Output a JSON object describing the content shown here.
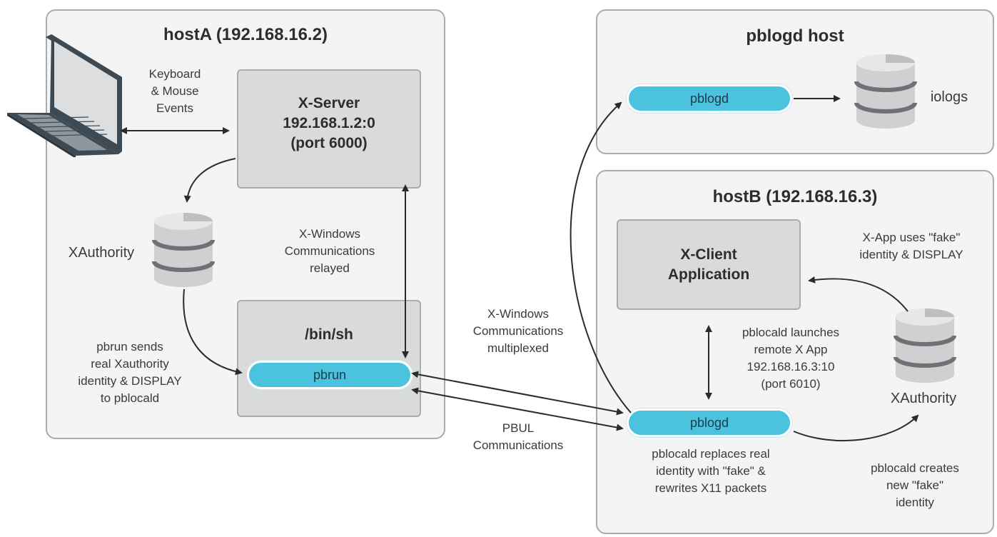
{
  "hostA": {
    "title": "hostA (192.168.16.2)",
    "xserver": "X-Server\n192.168.1.2:0\n(port 6000)",
    "shell": "/bin/sh",
    "pbrun": "pbrun",
    "xauthority": "XAuthority",
    "kb_label": "Keyboard\n& Mouse\nEvents",
    "xwin_relayed": "X-Windows\nCommunications\nrelayed",
    "pbrun_sends": "pbrun sends\nreal Xauthority\nidentity & DISPLAY\nto pblocald"
  },
  "pblogd_host": {
    "title": "pblogd host",
    "pblogd": "pblogd",
    "iologs": "iologs"
  },
  "hostB": {
    "title": "hostB (192.168.16.3)",
    "xclient": "X-Client\nApplication",
    "xapp_uses": "X-App uses \"fake\"\nidentity & DISPLAY",
    "launches": "pblocald launches\nremote X App\n192.168.16.3:10\n(port 6010)",
    "xauthority": "XAuthority",
    "pblogd": "pblogd",
    "replaces": "pblocald replaces real\nidentity with \"fake\" &\nrewrites X11 packets",
    "creates": "pblocald creates\nnew \"fake\"\nidentity"
  },
  "middle": {
    "multiplexed": "X-Windows\nCommunications\nmultiplexed",
    "pbul": "PBUL\nCommunications"
  },
  "colors": {
    "pill": "#4bc3df",
    "box": "#d9dadc",
    "host_bg": "#f4f4f5"
  }
}
